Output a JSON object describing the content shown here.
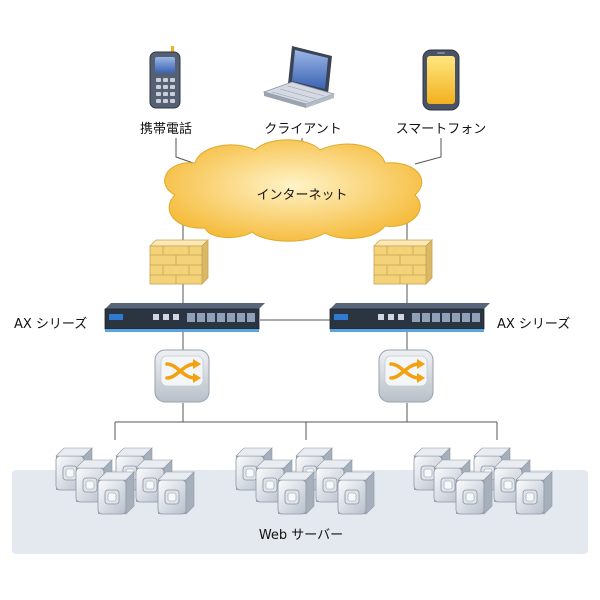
{
  "nodes": {
    "mobile_phone": {
      "label": "携帯電話",
      "icon": "mobile-phone-icon"
    },
    "client": {
      "label": "クライアント",
      "icon": "desktop-computer-icon"
    },
    "smartphone": {
      "label": "スマートフォン",
      "icon": "smartphone-icon"
    },
    "internet": {
      "label": "インターネット",
      "icon": "cloud-icon"
    },
    "firewall_left": {
      "icon": "firewall-icon"
    },
    "firewall_right": {
      "icon": "firewall-icon"
    },
    "ax_left": {
      "label": "AX シリーズ",
      "icon": "load-balancer-appliance-icon"
    },
    "ax_right": {
      "label": "AX シリーズ",
      "icon": "load-balancer-appliance-icon"
    },
    "switch_left": {
      "icon": "switch-icon"
    },
    "switch_right": {
      "icon": "switch-icon"
    },
    "web_servers": {
      "label": "Web サーバー",
      "icon": "server-icon"
    }
  },
  "colors": {
    "cloud": "#f7c84a",
    "firewall": "#f3d27a",
    "appliance": "#2b3441",
    "server_zone": "#e4e8ef",
    "switch_body": "#cfd4db",
    "switch_arrows": "#f2a20f",
    "line": "#555555"
  }
}
